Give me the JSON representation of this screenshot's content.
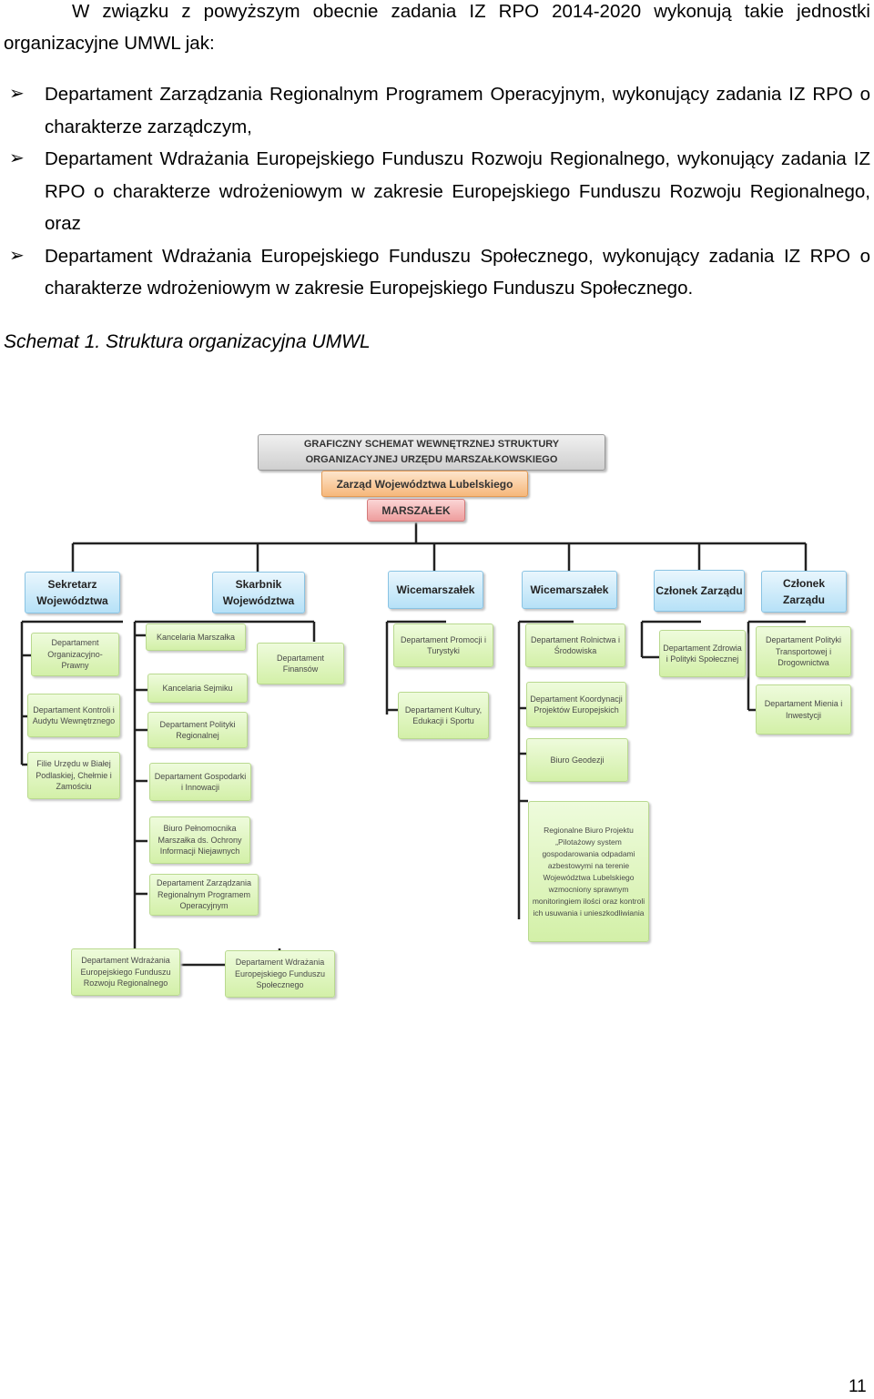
{
  "intro": "W związku z powyższym obecnie zadania IZ RPO 2014-2020 wykonują takie jednostki organizacyjne UMWL jak:",
  "bullets": [
    "Departament Zarządzania Regionalnym Programem Operacyjnym, wykonujący zadania IZ RPO o charakterze zarządczym,",
    "Departament Wdrażania Europejskiego Funduszu Rozwoju Regionalnego, wykonujący zadania IZ RPO o charakterze wdrożeniowym w zakresie Europejskiego Funduszu Rozwoju Regionalnego, oraz",
    "Departament Wdrażania Europejskiego Funduszu Społecznego, wykonujący zadania IZ RPO o charakterze wdrożeniowym w zakresie Europejskiego Funduszu Społecznego."
  ],
  "bullet_icon": "arrowhead-icon",
  "caption": "Schemat 1. Struktura organizacyjna UMWL",
  "org": {
    "header": "GRAFICZNY SCHEMAT WEWNĘTRZNEJ STRUKTURY ORGANIZACYJNEJ URZĘDU MARSZAŁKOWSKIEGO",
    "board": "Zarząd Województwa Lubelskiego",
    "marshal": "MARSZAŁEK",
    "roles": [
      "Sekretarz Województwa",
      "Skarbnik Województwa",
      "Wicemarszałek",
      "Wicemarszałek",
      "Członek Zarządu",
      "Członek Zarządu"
    ],
    "units": {
      "u1": "Departament Organizacyjno-Prawny",
      "u2": "Departament Kontroli i Audytu Wewnętrznego",
      "u3": "Filie Urzędu w Białej Podlaskiej, Chełmie i Zamościu",
      "u4": "Kancelaria Marszałka",
      "u5": "Departament Finansów",
      "u6": "Kancelaria Sejmiku",
      "u7": "Departament Polityki Regionalnej",
      "u8": "Departament Gospodarki i Innowacji",
      "u9": "Biuro Pełnomocnika Marszałka ds. Ochrony Informacji Niejawnych",
      "u10": "Departament Zarządzania Regionalnym Programem Operacyjnym",
      "u11": "Departament Wdrażania Europejskiego Funduszu Rozwoju Regionalnego",
      "u12": "Departament Wdrażania Europejskiego Funduszu Społecznego",
      "u13": "Departament Promocji i Turystyki",
      "u14": "Departament Kultury, Edukacji i Sportu",
      "u15": "Departament Rolnictwa i Środowiska",
      "u16": "Departament Koordynacji Projektów Europejskich",
      "u17": "Biuro Geodezji",
      "u18": "Regionalne Biuro Projektu „Pilotażowy system gospodarowania odpadami azbestowymi na terenie Województwa Lubelskiego wzmocniony sprawnym monitoringiem ilości oraz kontroli ich usuwania i unieszkodliwiania",
      "u19": "Departament Zdrowia i Polityki Społecznej",
      "u20": "Departament Polityki Transportowej i Drogownictwa",
      "u21": "Departament Mienia i Inwestycji"
    }
  },
  "page_number": "11"
}
